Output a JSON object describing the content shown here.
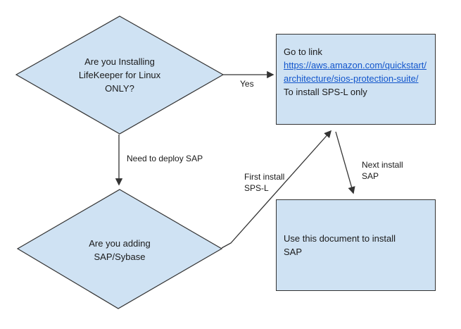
{
  "diagram": {
    "title": "LifeKeeper / SPS-L installation decision flowchart",
    "colors": {
      "node_fill": "#cfe2f3",
      "node_border": "#333333",
      "connector": "#333333",
      "link": "#1155cc",
      "text": "#1a1a1a",
      "background": "#ffffff"
    },
    "nodes": {
      "decision_lifekeeper": {
        "type": "decision",
        "text": "Are you Installing LifeKeeper for Linux ONLY?"
      },
      "process_sps": {
        "type": "process",
        "line_before_link": "Go to link",
        "link_url": "https://aws.amazon.com/quickstart/architecture/sios-protection-suite/",
        "line_after_link": "To install SPS-L only"
      },
      "decision_sap": {
        "type": "decision",
        "text": "Are you adding SAP/Sybase"
      },
      "process_sap_doc": {
        "type": "process",
        "text": "Use this document to install SAP"
      }
    },
    "edges": {
      "yes": {
        "label": "Yes",
        "from": "decision_lifekeeper",
        "to": "process_sps"
      },
      "need_deploy": {
        "label": "Need to deploy SAP",
        "from": "decision_lifekeeper",
        "to": "decision_sap"
      },
      "first_install": {
        "label": "First install SPS-L",
        "from": "decision_sap",
        "to": "process_sps"
      },
      "next_install": {
        "label": "Next install SAP",
        "from": "process_sps",
        "to": "process_sap_doc"
      }
    }
  }
}
